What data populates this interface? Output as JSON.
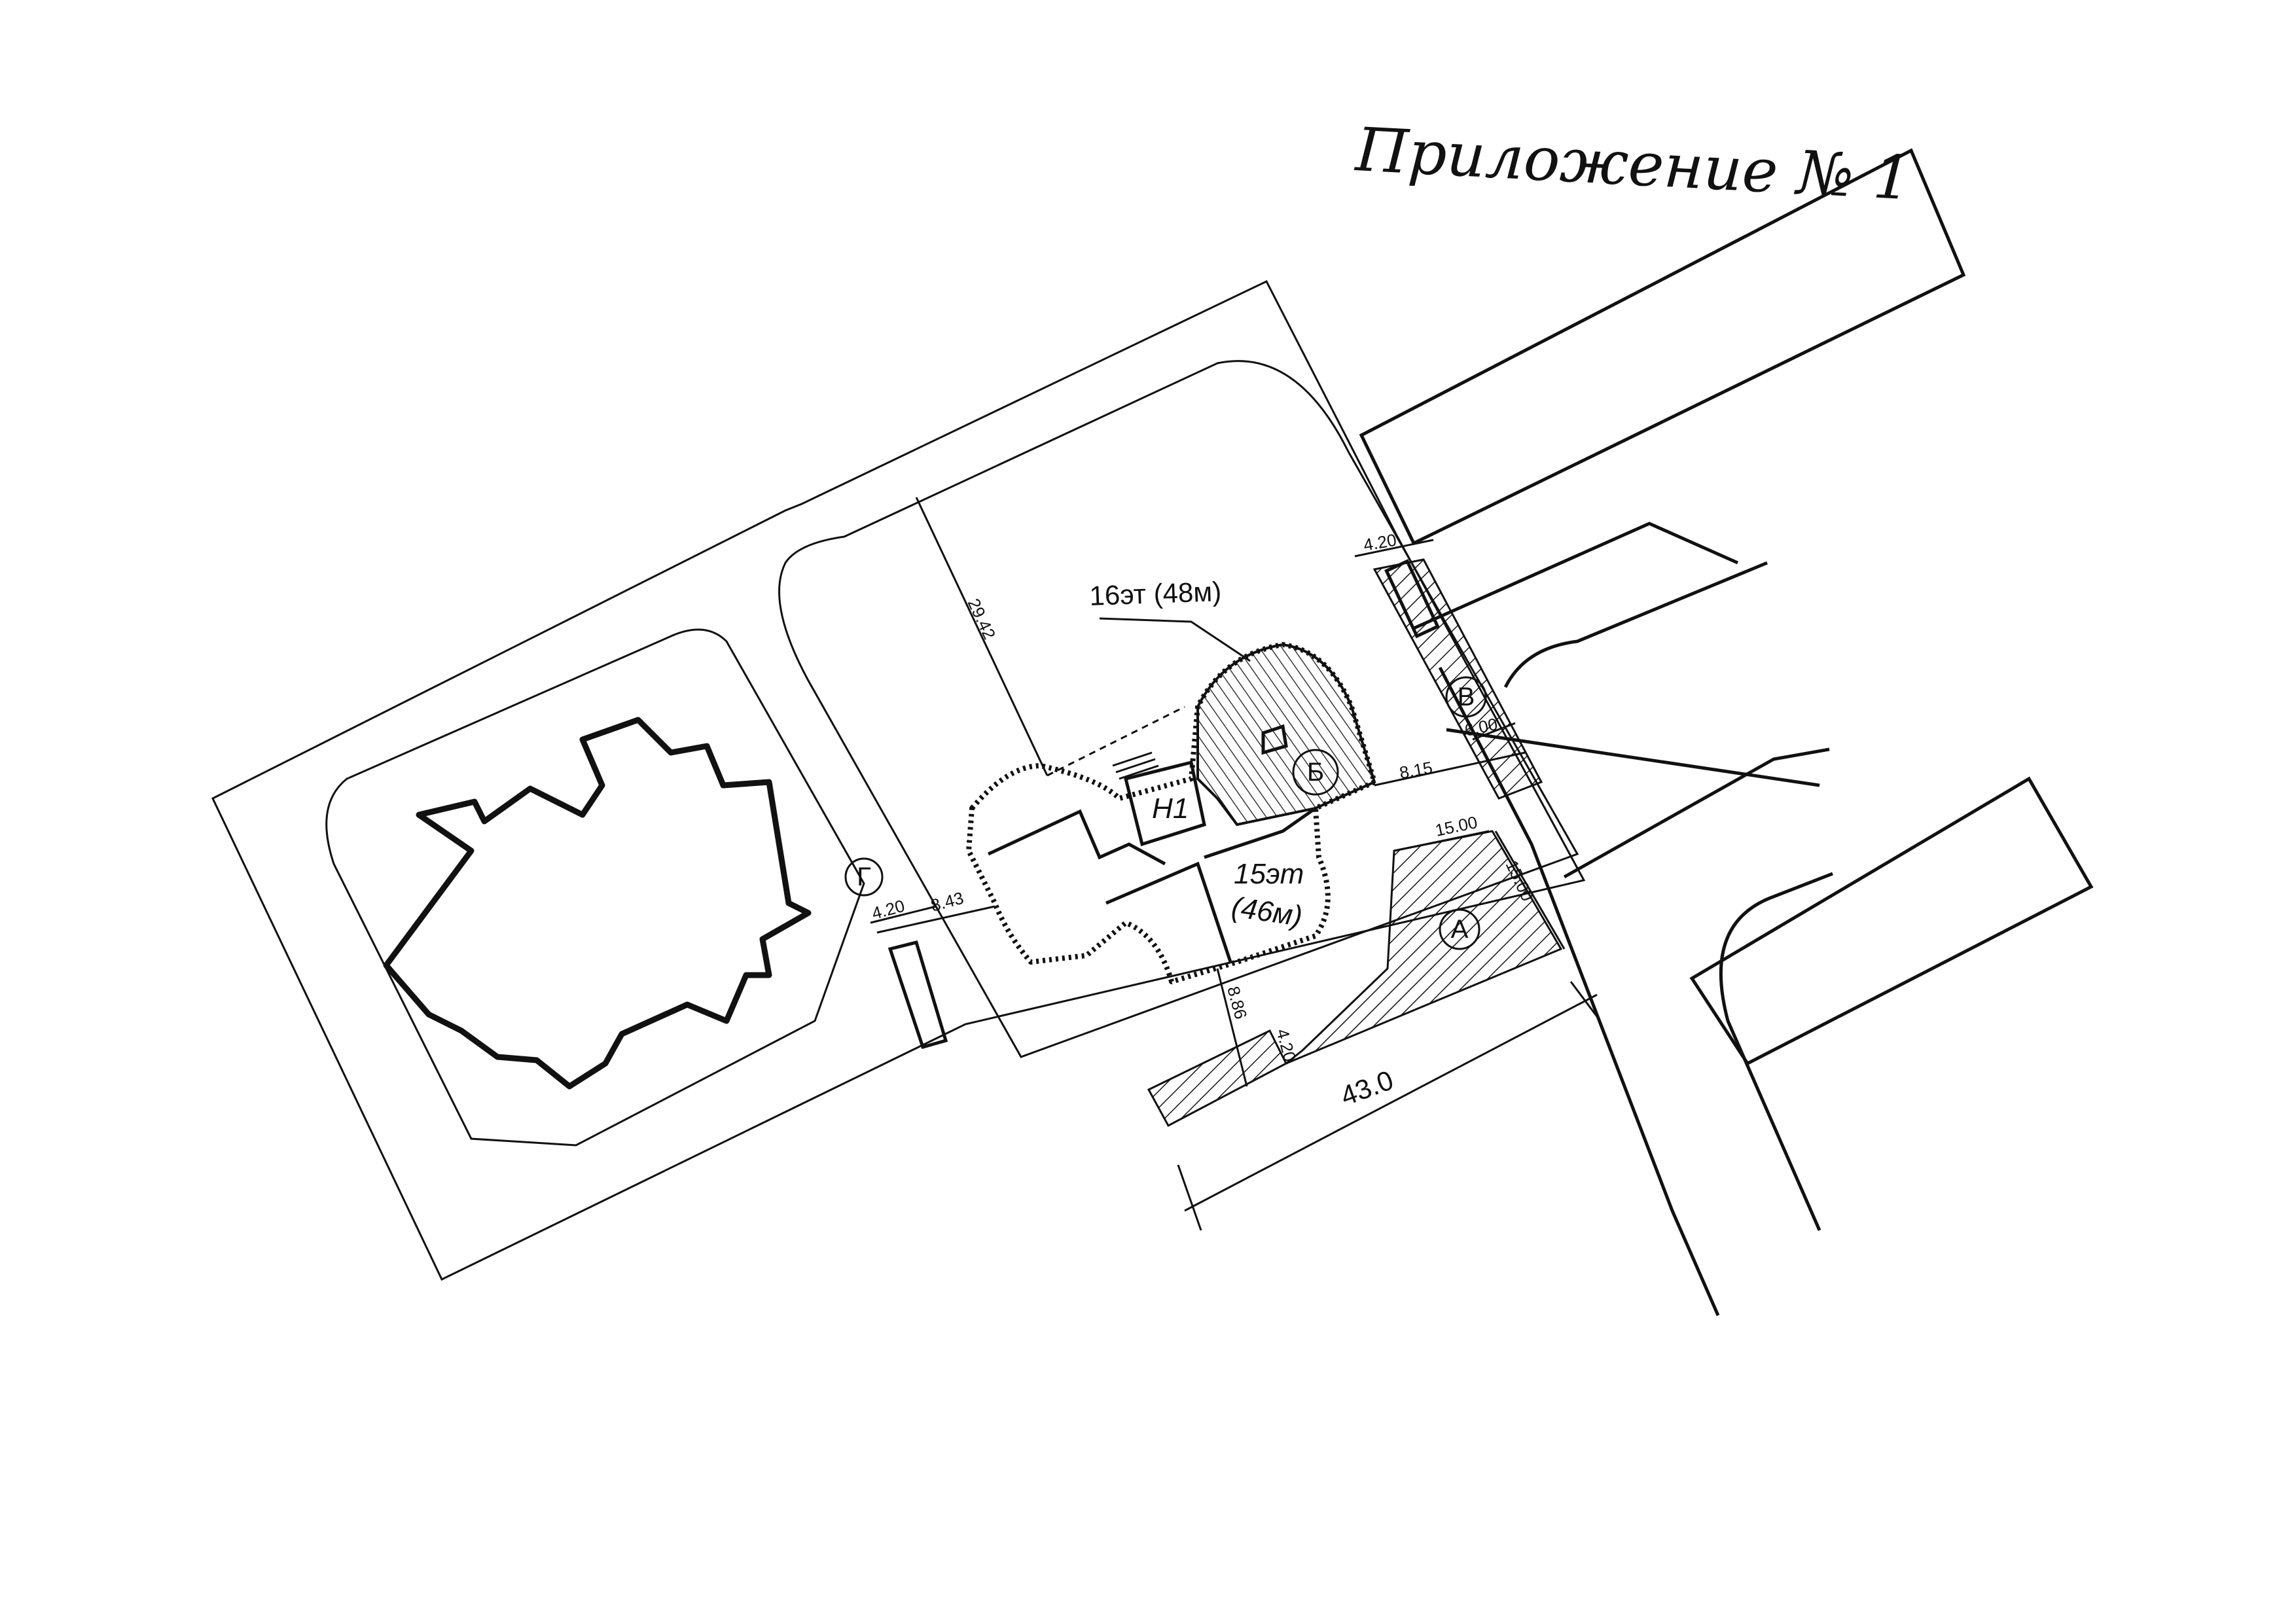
{
  "title": "Приложение № 1",
  "buildings": {
    "tower_16": "16эт (48м)",
    "tower_15_line1": "15эт",
    "tower_15_line2": "(46м)",
    "h1": "Н1"
  },
  "zones": {
    "A": "А",
    "B": "Б",
    "V": "В",
    "G": "Г"
  },
  "dimensions": {
    "d_29_42": "29.42",
    "d_4_20_top": "4.20",
    "d_8_15": "8.15",
    "d_6_00": "6.00",
    "d_15_00_a": "15.00",
    "d_15_00_b": "15.00",
    "d_4_20_left": "4.20",
    "d_8_43": "8.43",
    "d_8_86": "8.86",
    "d_4_20_bottom": "4.20",
    "d_43_0": "43.0"
  }
}
